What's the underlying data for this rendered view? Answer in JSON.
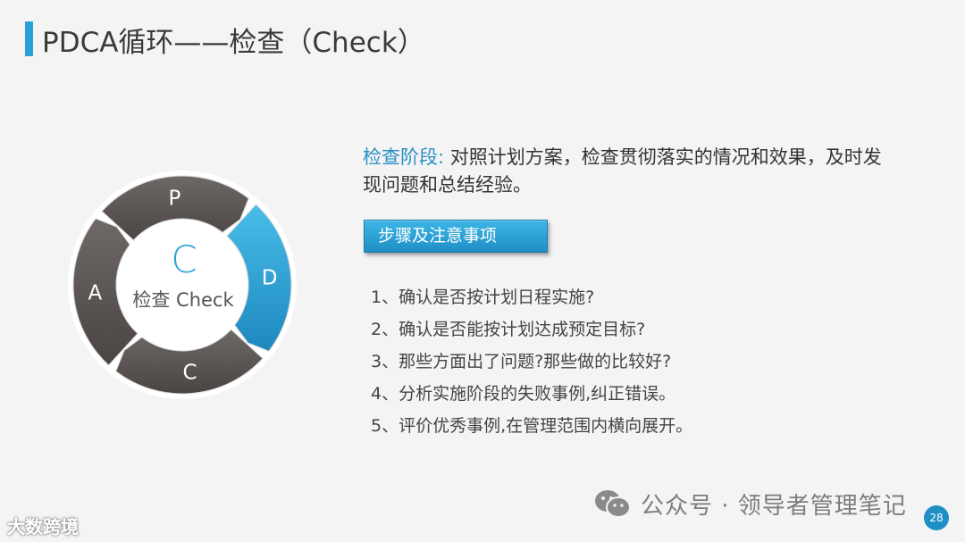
{
  "title": "PDCA循环——检查（Check）",
  "cycle": {
    "segments": [
      {
        "label": "P",
        "active": false
      },
      {
        "label": "D",
        "active": true
      },
      {
        "label": "C",
        "active": false
      },
      {
        "label": "A",
        "active": false
      }
    ],
    "center_letter": "C",
    "center_label": "检查 Check",
    "colors": {
      "dark": "#5a5452",
      "active": "#2aa2d8"
    }
  },
  "description": {
    "highlight": "检查阶段:",
    "text": " 对照计划方案，检查贯彻落实的情况和效果，及时发现问题和总结经验。"
  },
  "steps_button": "步骤及注意事项",
  "steps": [
    "1、确认是否按计划日程实施?",
    "2、确认是否能按计划达成预定目标?",
    "3、那些方面出了问题?那些做的比较好?",
    "4、分析实施阶段的失败事例,纠正错误。",
    "5、评价优秀事例,在管理范围内横向展开。"
  ],
  "footer": {
    "wechat_text": "公众号 · 领导者管理笔记",
    "brand": "大数跨境",
    "page_number": "28"
  }
}
